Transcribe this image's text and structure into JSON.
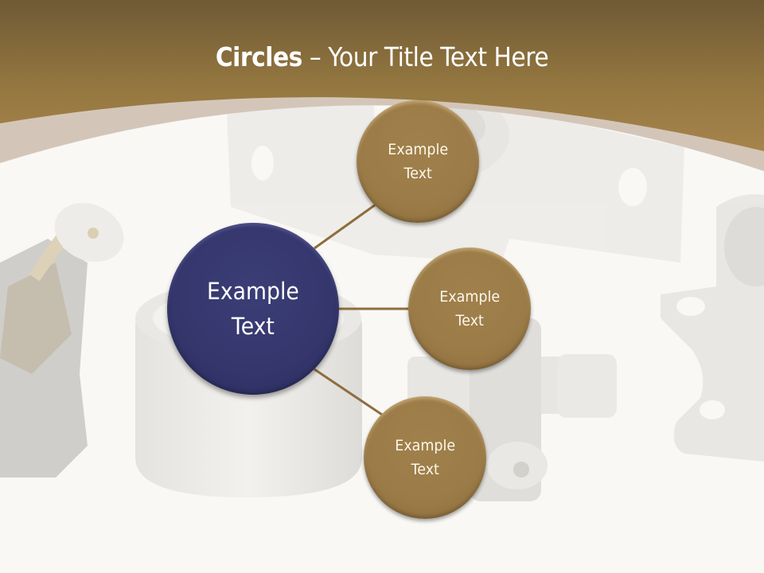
{
  "slide": {
    "title_bold": "Circles",
    "title_rest": " – Your Title Text Here",
    "colors": {
      "header_top": "#6f5a36",
      "header_bottom": "#a5834d",
      "band": "#d3c6b9",
      "background": "#f9f8f5",
      "center_circle": "#35376d",
      "satellite_circle": "#9c7c48",
      "connector": "#8e6e3e"
    }
  },
  "diagram": {
    "center": {
      "line1": "Example",
      "line2": "Text"
    },
    "satellites": [
      {
        "line1": "Example",
        "line2": "Text"
      },
      {
        "line1": "Example",
        "line2": "Text"
      },
      {
        "line1": "Example",
        "line2": "Text"
      }
    ]
  }
}
